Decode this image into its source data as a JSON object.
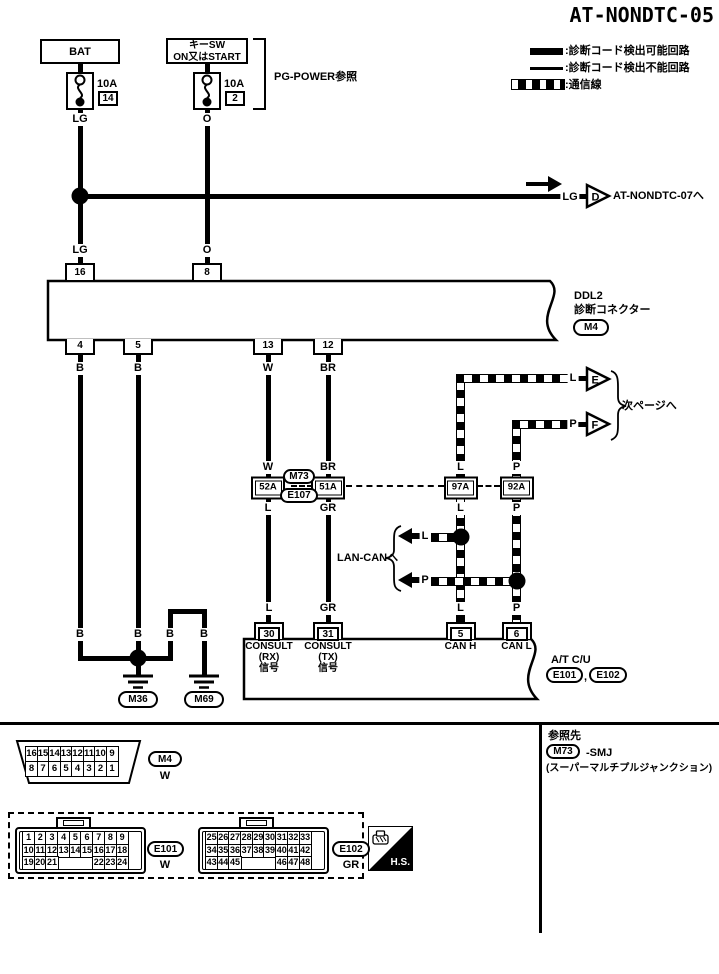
{
  "title": "AT-NONDTC-05",
  "legend": {
    "detectable": ":診断コード検出可能回路",
    "undetectable": ":診断コード検出不能回路",
    "comm": ":通信線"
  },
  "power": {
    "bat": "BAT",
    "key_sw_l1": "キーSW",
    "key_sw_l2": "ON又はSTART",
    "pg_ref": "PG-POWER参照",
    "fuse1_rating": "10A",
    "fuse1_num": "14",
    "fuse1_wire": "LG",
    "fuse2_rating": "10A",
    "fuse2_num": "2",
    "fuse2_wire": "O"
  },
  "branch": {
    "wire": "LG",
    "letter": "D",
    "dest": "AT-NONDTC-07へ"
  },
  "ddl2": {
    "wire16": "LG",
    "wire8": "O",
    "pin16": "16",
    "pin8": "8",
    "name1": "DDL2",
    "name2": "診断コネクター",
    "id": "M4",
    "pin4": "4",
    "pin5": "5",
    "pin13": "13",
    "pin12": "12",
    "wire4": "B",
    "wire5": "B",
    "wire13": "W",
    "wire12": "BR"
  },
  "smj": {
    "w_above": "W",
    "br_above": "BR",
    "c52": "52A",
    "c51": "51A",
    "c97": "97A",
    "c92": "92A",
    "m73": "M73",
    "e107": "E107",
    "l_below52": "L",
    "gr_below51": "GR",
    "l_above97": "L",
    "p_above92": "P",
    "l_below97": "L",
    "p_below92": "P"
  },
  "next_page": {
    "wire_e": "L",
    "letter_e": "E",
    "wire_f": "P",
    "letter_f": "F",
    "label": "次ページへ"
  },
  "lan_can": {
    "label": "LAN-CANへ",
    "arrow1": "L",
    "arrow2": "P"
  },
  "atcu": {
    "name": "A/T C/U",
    "id1": "E101",
    "comma": ",",
    "id2": "E102",
    "wire30": "L",
    "wire31": "GR",
    "wire5": "L",
    "wire6": "P",
    "pin30": "30",
    "pin31": "31",
    "pin5": "5",
    "pin6": "6",
    "f30_1": "CONSULT",
    "f30_2": "(RX)",
    "f30_3": "信号",
    "f31_1": "CONSULT",
    "f31_2": "(TX)",
    "f31_3": "信号",
    "f5": "CAN H",
    "f6": "CAN L"
  },
  "ground": {
    "b1": "B",
    "b2": "B",
    "b3": "B",
    "b4": "B",
    "g1": "M36",
    "g2": "M69"
  },
  "footer": {
    "m4": {
      "row1": [
        "16",
        "15",
        "14",
        "13",
        "12",
        "11",
        "10",
        "9"
      ],
      "row2": [
        "8",
        "7",
        "6",
        "5",
        "4",
        "3",
        "2",
        "1"
      ],
      "id": "M4",
      "color": "W"
    },
    "e101": {
      "row1": [
        "1",
        "2",
        "3",
        "4",
        "5",
        "6",
        "7",
        "8",
        "9"
      ],
      "row2": [
        "10",
        "11",
        "12",
        "13",
        "14",
        "15",
        "16",
        "17",
        "18"
      ],
      "row3": [
        "19",
        "20",
        "21",
        "",
        "",
        "",
        "22",
        "23",
        "24"
      ],
      "id": "E101",
      "color": "W"
    },
    "e102": {
      "row1": [
        "25",
        "26",
        "27",
        "28",
        "29",
        "30",
        "31",
        "32",
        "33"
      ],
      "row2": [
        "34",
        "35",
        "36",
        "37",
        "38",
        "39",
        "40",
        "41",
        "42"
      ],
      "row3": [
        "43",
        "44",
        "45",
        "",
        "",
        "",
        "46",
        "47",
        "48"
      ],
      "id": "E102",
      "color": "GR"
    },
    "hs": "H.S.",
    "ref_title": "参照先",
    "ref_conn": "M73",
    "ref_suffix": "-SMJ",
    "ref_desc": "(スーパーマルチプルジャンクション)"
  }
}
